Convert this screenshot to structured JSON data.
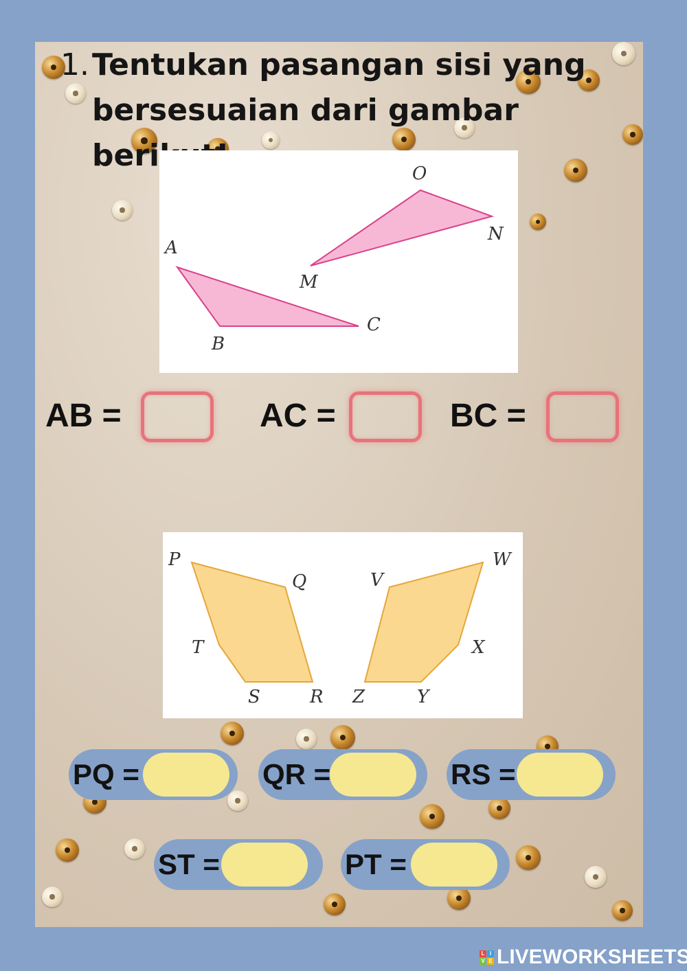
{
  "question": {
    "number": "1.",
    "line1": "Tentukan pasangan sisi yang",
    "line2": "bersesuaian dari gambar berikut!"
  },
  "figure1": {
    "vertices": [
      "A",
      "B",
      "C",
      "O",
      "N",
      "M"
    ],
    "fill_color": "#f7b8d6",
    "stroke_color": "#d9418a"
  },
  "figure2": {
    "vertices": [
      "P",
      "Q",
      "T",
      "S",
      "R",
      "V",
      "W",
      "X",
      "Z",
      "Y"
    ],
    "fill_color": "#fbd88f",
    "stroke_color": "#e5a63c"
  },
  "triangle_answers": [
    {
      "label": "AB =",
      "value": ""
    },
    {
      "label": "AC =",
      "value": ""
    },
    {
      "label": "BC =",
      "value": ""
    }
  ],
  "pentagon_answers": [
    {
      "label": "PQ =",
      "value": ""
    },
    {
      "label": "QR =",
      "value": ""
    },
    {
      "label": "RS =",
      "value": ""
    },
    {
      "label": "ST =",
      "value": ""
    },
    {
      "label": "PT =",
      "value": ""
    }
  ],
  "branding": {
    "logo_letters": [
      "L",
      "I",
      "V",
      "E"
    ],
    "name": "LIVEWORKSHEETS",
    "colors": {
      "blue": "#86a2c9",
      "red_box": "#e7737b",
      "yellow_slot": "#f5e891"
    }
  }
}
